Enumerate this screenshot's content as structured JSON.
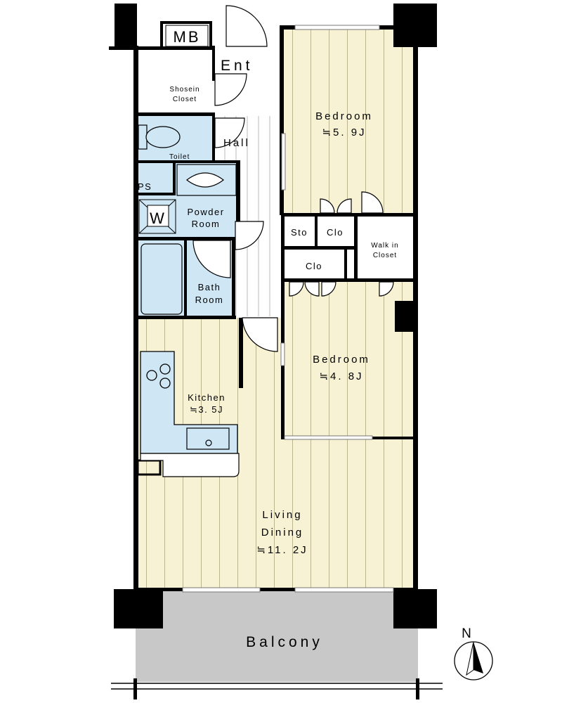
{
  "rooms": {
    "mb": "MB",
    "entrance": "Ent",
    "shosein_closet": [
      "Shosein",
      "Closet"
    ],
    "hall": "Hall",
    "toilet": "Toilet",
    "ps": "PS",
    "washer": "W",
    "powder_room": [
      "Powder",
      "Room"
    ],
    "bath_room": [
      "Bath",
      "Room"
    ],
    "bedroom_north": {
      "name": "Bedroom",
      "size": "≒5. 9J"
    },
    "storage": "Sto",
    "closet_upper": "Clo",
    "closet_lower": "Clo",
    "walk_in_closet": [
      "Walk in",
      "Closet"
    ],
    "bedroom_south": {
      "name": "Bedroom",
      "size": "≒4. 8J"
    },
    "kitchen": {
      "name": "Kitchen",
      "size": "≒3. 5J"
    },
    "living_dining": {
      "name": [
        "Living",
        "Dining"
      ],
      "size": "≒11. 2J"
    },
    "balcony": "Balcony"
  },
  "compass": {
    "label": "N"
  },
  "colors": {
    "floor_wood": "#f7f2d3",
    "wet_area": "#cfe6f5",
    "balcony": "#c8c8c8",
    "wall": "#000000"
  }
}
